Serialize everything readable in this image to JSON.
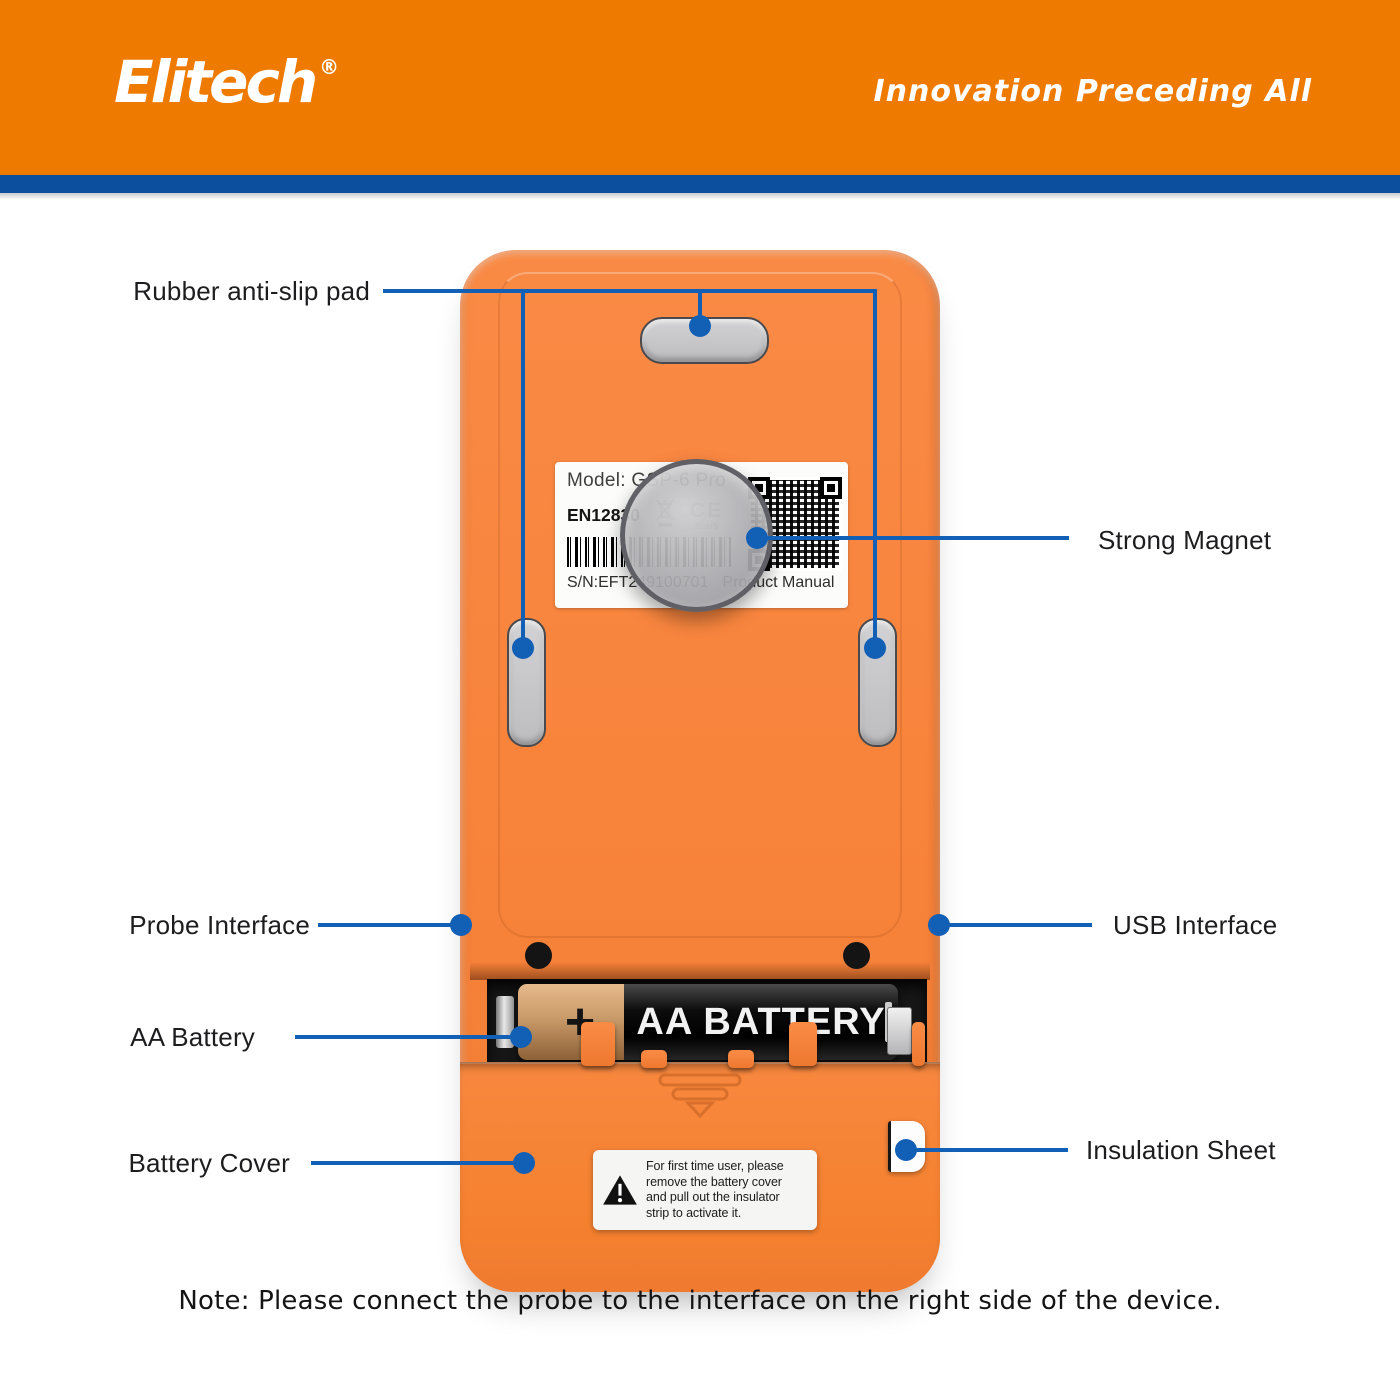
{
  "header": {
    "logo": "Elitech",
    "registered": "®",
    "slogan": "Innovation Preceding All"
  },
  "colors": {
    "header_orange": "#EE7A00",
    "divider_blue": "#0B4F9E",
    "device_orange": "#F8843C",
    "callout_blue": "#1160B6"
  },
  "device": {
    "label": {
      "model": "Model: GSP-6 Pro",
      "standard": "EN12830",
      "ce_mark": "CE",
      "rohs": "RoHS",
      "serial": "S/N:EFT249100701",
      "manual": "Product Manual"
    },
    "battery": {
      "text": "AA BATTERY",
      "plus": "+"
    },
    "warning_lines": [
      "For first time user, please",
      "remove the battery cover",
      "and pull out the insulator",
      "strip to activate it."
    ]
  },
  "callouts": {
    "rubber_pad": "Rubber anti-slip pad",
    "strong_magnet": "Strong Magnet",
    "probe_interface": "Probe Interface",
    "usb_interface": "USB Interface",
    "aa_battery": "AA Battery",
    "battery_cover": "Battery Cover",
    "insulation_sheet": "Insulation Sheet"
  },
  "note": "Note: Please connect the probe to the interface on the right side of the device.",
  "icons": {
    "weee": "weee-crossed-bin-icon",
    "qr": "qr-code",
    "barcode": "barcode",
    "warning": "warning-triangle-icon",
    "grip": "cover-grip-chevrons",
    "dot": "callout-dot"
  }
}
